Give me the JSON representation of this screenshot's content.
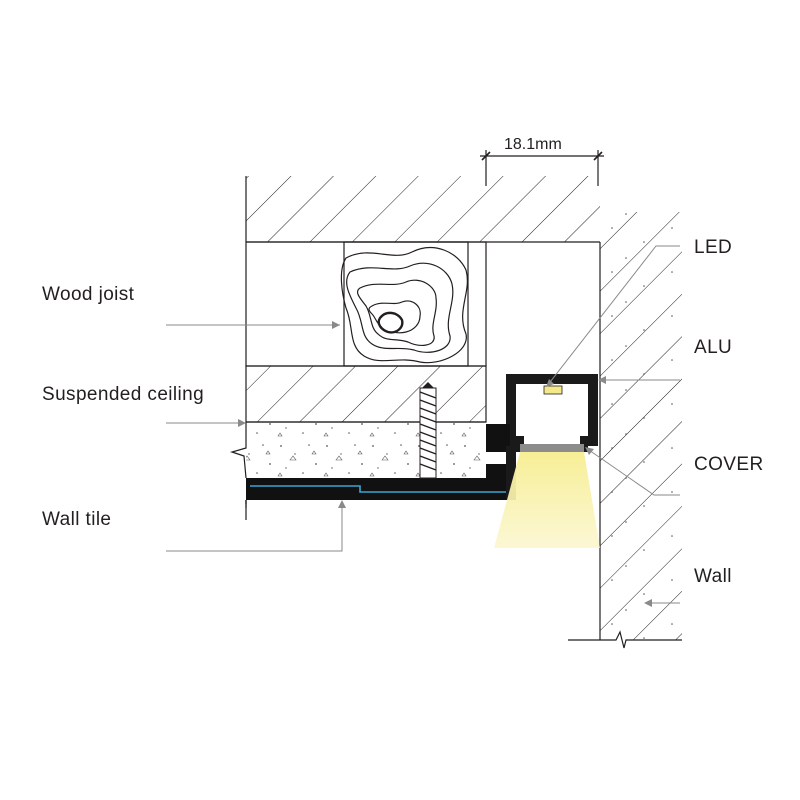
{
  "diagram": {
    "dimension": "18.1mm",
    "labels": {
      "wood_joist": "Wood joist",
      "suspended_ceiling": "Suspended ceiling",
      "wall_tile": "Wall tile",
      "led": "LED",
      "alu": "ALU",
      "cover": "COVER",
      "wall": "Wall"
    },
    "colors": {
      "line": "#231f20",
      "leader": "#8a8a8a",
      "profile": "#1a1a1a",
      "cover": "#8c8c8c",
      "led": "#f3e98a",
      "light": "#f7f1a8",
      "tile_accent": "#3aa6d6"
    }
  }
}
